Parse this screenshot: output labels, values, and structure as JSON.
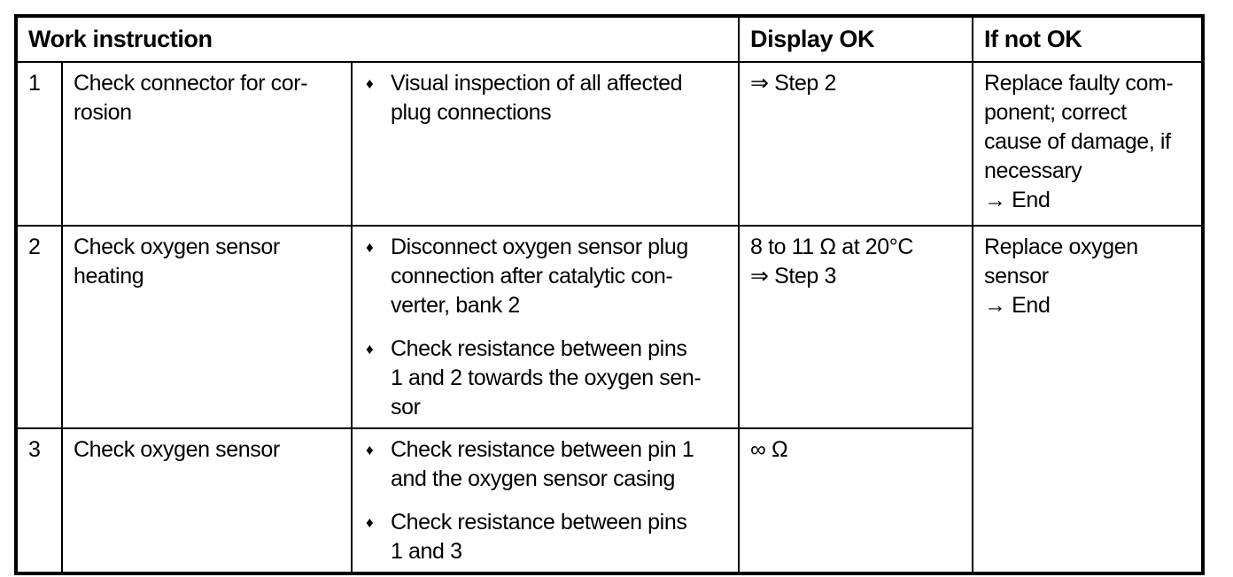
{
  "document": {
    "background": "#ffffff",
    "border_color": "#000000",
    "text_color": "#000000"
  },
  "table": {
    "bullet_glyph": "♦",
    "headers": {
      "work_instruction": "Work instruction",
      "display_ok": "Display OK",
      "if_not_ok": "If not OK"
    },
    "rows": [
      {
        "num": "1",
        "title": "Check connector for cor-\nrosion",
        "bullets": [
          "Visual inspection of all affected\nplug connections"
        ],
        "display_ok": "⇒ Step 2",
        "if_not_ok": "Replace faulty com-\nponent; correct\ncause of damage, if\nnecessary\n→ End"
      },
      {
        "num": "2",
        "title": "Check oxygen sensor\nheating",
        "bullets": [
          "Disconnect oxygen sensor plug\nconnection after catalytic con-\nverter, bank 2",
          "Check resistance between pins\n1 and 2 towards the oxygen sen-\nsor"
        ],
        "display_ok": "8 to 11 Ω at 20°C\n⇒ Step 3",
        "if_not_ok": "Replace oxygen\nsensor\n→ End"
      },
      {
        "num": "3",
        "title": "Check oxygen sensor",
        "bullets": [
          "Check resistance between pin 1\nand the oxygen sensor casing",
          "Check resistance between pins\n1 and 3"
        ],
        "display_ok": "∞ Ω"
      }
    ]
  }
}
